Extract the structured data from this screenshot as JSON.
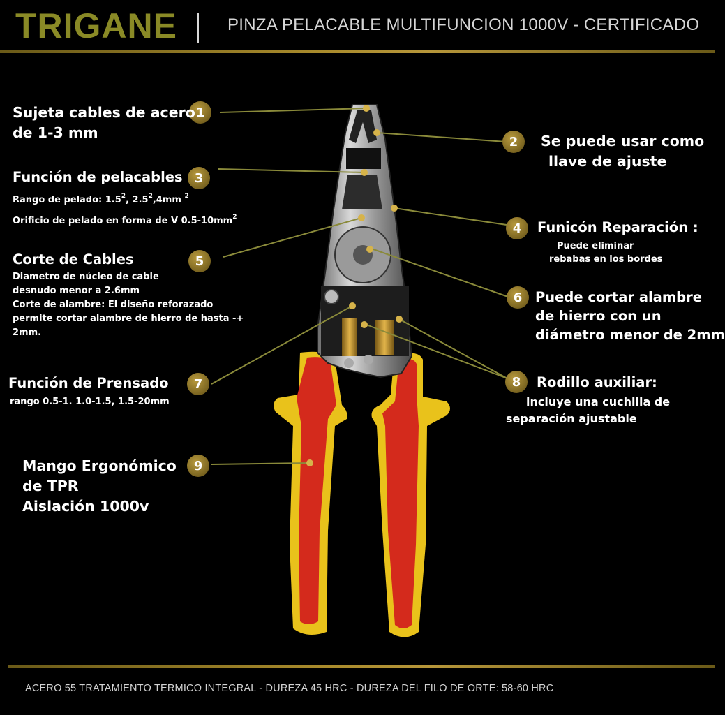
{
  "header": {
    "brand": "TRIGANE",
    "title": "PINZA PELACABLE  MULTIFUNCION 1000V - CERTIFICADO"
  },
  "colors": {
    "brand": "#8a8a26",
    "accent_gold": "#a98b2c",
    "handle_red": "#d42a1c",
    "handle_yellow": "#e9c21b"
  },
  "features": [
    {
      "number": "1",
      "title_line1": "Sujeta cables de acero",
      "title_line2": "de 1-3 mm"
    },
    {
      "number": "2",
      "title_line1": "Se puede usar como",
      "title_line2": "llave de ajuste"
    },
    {
      "number": "3",
      "title": "Función de pelacables",
      "range_text": "Rango de pelado: 1.5",
      "range_a": ", 2.5",
      "range_b": ",4mm",
      "sup": "2",
      "orifice_text": "Orificio de pelado en forma de V 0.5-10mm"
    },
    {
      "number": "4",
      "title": "Funicón Reparación :",
      "desc_line1": "Puede eliminar",
      "desc_line2": "rebabas en los bordes"
    },
    {
      "number": "5",
      "title": "Corte de Cables",
      "desc": [
        "Diametro de núcleo de cable",
        "desnudo menor a 2.6mm",
        "Corte de alambre: El diseño reforazado",
        "permite cortar alambre de hierro de hasta -+",
        "2mm."
      ]
    },
    {
      "number": "6",
      "title_line1": "Puede cortar alambre",
      "title_line2": "de hierro con un",
      "title_line3": "diámetro menor de 2mm"
    },
    {
      "number": "7",
      "title": "Función de Prensado",
      "desc": "rango 0.5-1. 1.0-1.5, 1.5-20mm"
    },
    {
      "number": "8",
      "title": "Rodillo auxiliar:",
      "desc_line1": "incluye una cuchilla de",
      "desc_line2": "separación ajustable"
    },
    {
      "number": "9",
      "title_line1": "Mango Ergonómico",
      "title_line2": "de TPR",
      "title_line3": "Aislación 1000v"
    }
  ],
  "footer": {
    "text": "ACERO 55 TRATAMIENTO TERMICO INTEGRAL - DUREZA 45 HRC - DUREZA DEL FILO DE ORTE: 58-60 HRC"
  }
}
